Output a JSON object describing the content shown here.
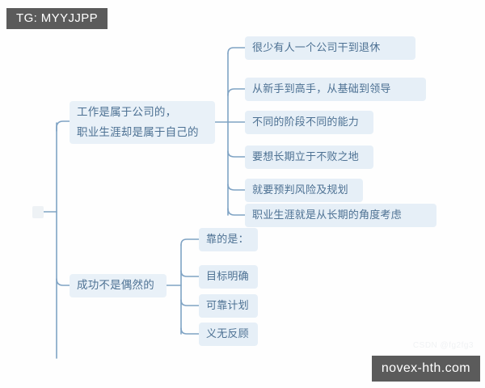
{
  "overlays": {
    "top_left_badge": "TG: MYYJJPP",
    "bottom_right_badge": "novex-hth.com",
    "watermark": "CSDN @fg2fg3"
  },
  "colors": {
    "node_fill": "#e6eff7",
    "node_text": "#4d7193",
    "wire": "#7fa3c4",
    "badge_bg": "#5b5b5b",
    "badge_text": "#ffffff",
    "canvas_bg": "#fefefe"
  },
  "mindmap": {
    "root": {
      "label": ""
    },
    "branches": [
      {
        "id": "branch-career",
        "line1": "工作是属于公司的，",
        "line2": "职业生涯却是属于自己的",
        "children": [
          {
            "label": "很少有人一个公司干到退休"
          },
          {
            "label": "从新手到高手，从基础到领导"
          },
          {
            "label": "不同的阶段不同的能力"
          },
          {
            "label": "要想长期立于不败之地"
          },
          {
            "label": "就要预判风险及规划"
          },
          {
            "label": "职业生涯就是从长期的角度考虑"
          }
        ]
      },
      {
        "id": "branch-success",
        "line1": "成功不是偶然的",
        "line2": "",
        "children": [
          {
            "label": "靠的是："
          },
          {
            "label": "目标明确"
          },
          {
            "label": "可靠计划"
          },
          {
            "label": "义无反顾"
          }
        ]
      }
    ]
  }
}
